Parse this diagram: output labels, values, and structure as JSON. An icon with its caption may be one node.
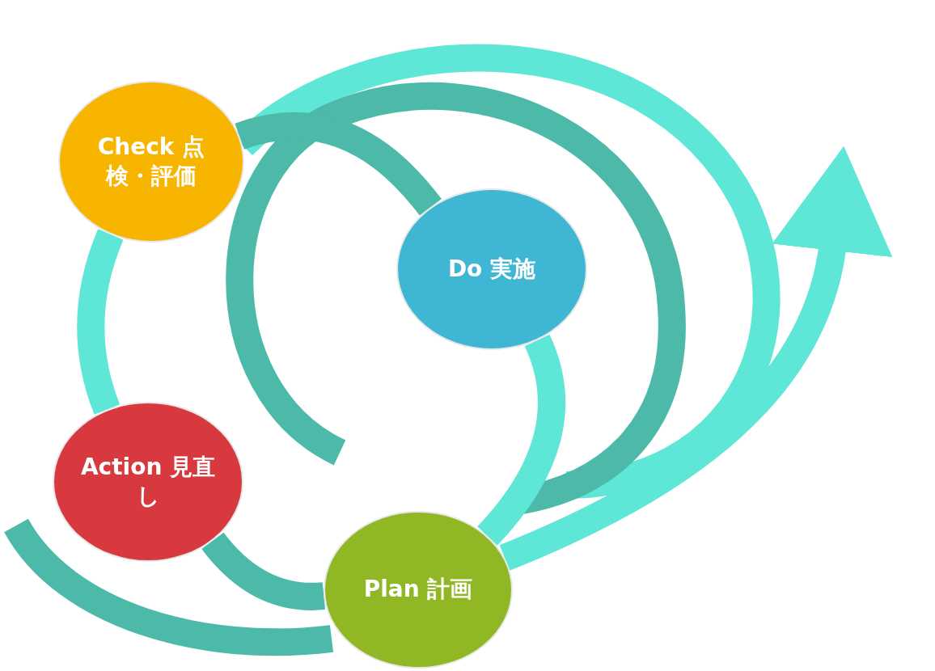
{
  "diagram": {
    "nodes": [
      {
        "text": [
          "Check 点検・評価"
        ]
      },
      {
        "text": [
          "Do 実施"
        ]
      },
      {
        "text": [
          "Action 見直し"
        ]
      },
      {
        "text": [
          "Plan 計画"
        ]
      }
    ],
    "edges": [
      {
        "from": 3,
        "to": 1,
        "arrow": "none"
      },
      {
        "from": 1,
        "to": 0,
        "arrow": "none"
      },
      {
        "from": 0,
        "to": 2,
        "arrow": "none"
      },
      {
        "from": 2,
        "to": 3,
        "arrow": "none"
      },
      {
        "from": 3,
        "to": null,
        "arrow": "to"
      }
    ]
  }
}
